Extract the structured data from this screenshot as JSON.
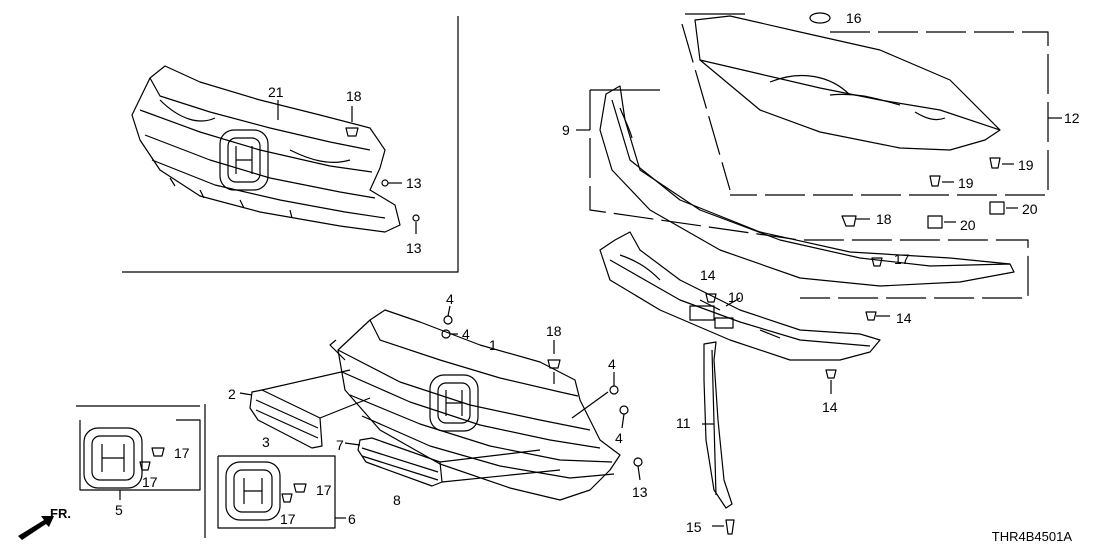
{
  "diagram": {
    "ref_code": "THR4B4501A",
    "front_label": "FR.",
    "callouts": [
      "1",
      "2",
      "3",
      "4",
      "5",
      "6",
      "7",
      "8",
      "9",
      "10",
      "11",
      "12",
      "13",
      "14",
      "15",
      "16",
      "17",
      "18",
      "19",
      "20",
      "21"
    ]
  }
}
